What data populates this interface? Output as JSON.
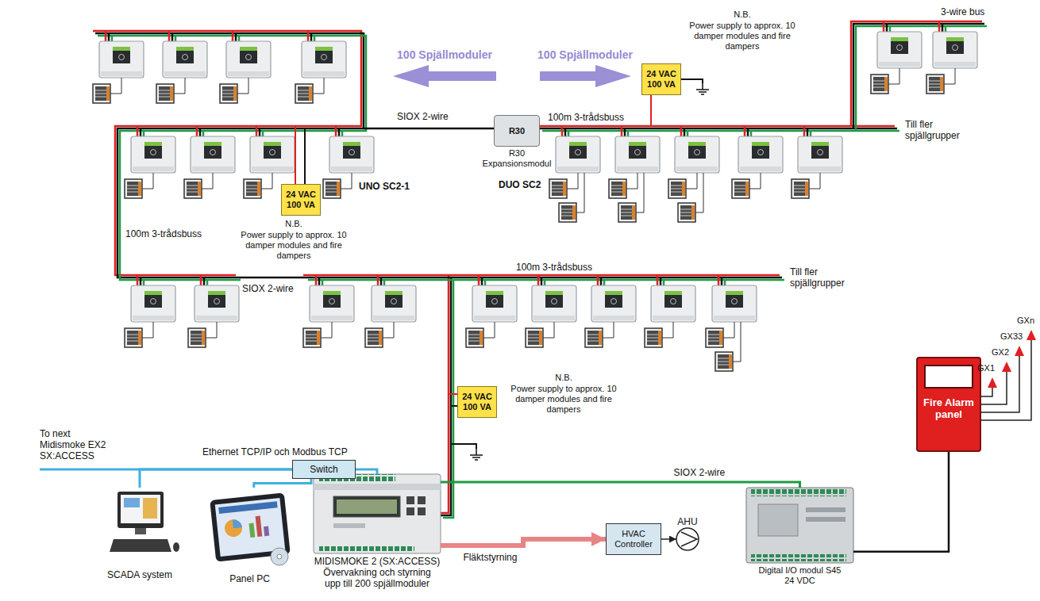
{
  "diagram": {
    "nodes": [
      {
        "text": [
          "Switch"
        ]
      },
      {
        "text": [
          "SCADA system"
        ]
      },
      {
        "text": [
          "Panel PC"
        ]
      },
      {
        "text": [
          "MIDISMOKE 2 (SX:ACCESS)",
          "Övervakning och styrning upp till 200 spjällmoduler"
        ]
      },
      {
        "text": [
          "HVAC Controller"
        ]
      },
      {
        "text": [
          "AHU"
        ]
      },
      {
        "text": [
          "Digital I/O modul S45 24 VDC"
        ]
      },
      {
        "text": [
          "Fire Alarm panel"
        ]
      },
      {
        "text": [
          "R30",
          "R30 Expansionsmodul"
        ]
      },
      {
        "text": [
          "24 VAC 100 VA"
        ]
      },
      {
        "text": [
          "24 VAC 100 VA"
        ]
      },
      {
        "text": [
          "24 VAC 100 VA"
        ]
      }
    ],
    "edges": [
      {
        "from": 0,
        "to": 1,
        "arrow": "none"
      },
      {
        "from": 0,
        "to": 2,
        "arrow": "none"
      },
      {
        "from": 0,
        "to": 3,
        "arrow": "none"
      },
      {
        "from": 3,
        "to": 4,
        "label": "Fläktstyrning",
        "arrow": "to"
      },
      {
        "from": 4,
        "to": 5,
        "arrow": "to"
      },
      {
        "from": 3,
        "to": 6,
        "label": "SIOX 2-wire",
        "arrow": "none"
      },
      {
        "from": 6,
        "to": 7,
        "arrow": "none"
      }
    ],
    "labels": [
      "To next Midismoke EX2 SX:ACCESS",
      "Ethernet TCP/IP och Modbus TCP",
      "100 Spjällmoduler",
      "100 Spjällmoduler",
      "SIOX 2-wire",
      "SIOX 2-wire",
      "UNO SC2-1",
      "DUO SC2",
      "100m 3-trådsbuss",
      "100m 3-trådsbuss",
      "100m 3-trådsbuss",
      "3-wire bus",
      "Till fler spjällgrupper",
      "Till fler spjällgrupper",
      "N.B.",
      "Power supply to approx. 10 damper modules and fire dampers",
      "N.B.",
      "Power supply to approx. 10 damper modules and fire dampers",
      "N.B.",
      "Power supply to approx. 10 damper modules and fire dampers",
      "GX1",
      "GX2",
      "GX33",
      "GXn"
    ]
  }
}
